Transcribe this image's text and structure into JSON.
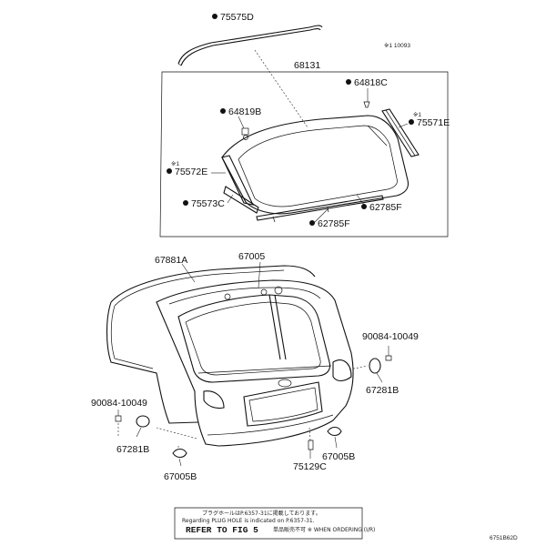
{
  "parts": {
    "p75575D": "75575D",
    "p68131": "68131",
    "p64818C": "64818C",
    "p64819B": "64819B",
    "p75571E": "75571E",
    "p75572E": "75572E",
    "p75573C": "75573C",
    "p62785F_a": "62785F",
    "p62785F_b": "62785F",
    "p67881A": "67881A",
    "p67005": "67005",
    "p90084_r": "90084-10049",
    "p67281_r": "67281B",
    "p90084_l": "90084-10049",
    "p67281_l": "67281B",
    "p67005B_r": "67005B",
    "p75129C": "75129C",
    "p67005B_l": "67005B"
  },
  "notes": {
    "top_right": "※1          10093",
    "mark_left": "※1",
    "mark_right": "※1",
    "jp_line1": "プラグホールはP.6357-31に掲載しております。",
    "jp_line2": "Regarding PLUG HOLE is indicated on P.6357-31.",
    "refer": "REFER TO FIG 5",
    "jp_line3": "単品販売不可 ※ WHEN ORDERING (I/R)",
    "figure_code": "6751B62D"
  },
  "colors": {
    "line": "#111111",
    "background": "#ffffff"
  }
}
